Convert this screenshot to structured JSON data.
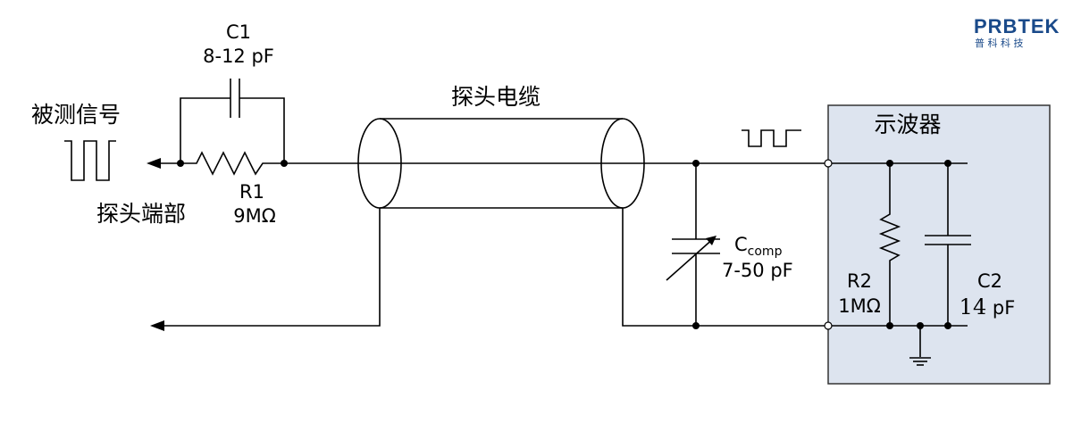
{
  "logo": {
    "brand": "PRBTEK",
    "sub": "普 科 科 技",
    "color": "#1a4a8a"
  },
  "labels": {
    "signal": "被测信号",
    "probe_tip": "探头端部",
    "cable": "探头电缆",
    "scope": "示波器",
    "c1_name": "C1",
    "c1_value": "8-12 pF",
    "r1_name": "R1",
    "r1_value": "9MΩ",
    "ccomp_main": "C",
    "ccomp_sub": "comp",
    "ccomp_value": "7-50 pF",
    "r2_name": "R2",
    "r2_value": "1MΩ",
    "c2_name": "C2",
    "c2_value_num": "14",
    "c2_value_unit": " pF"
  },
  "colors": {
    "scope_box": "#dde4ef",
    "scope_border": "#333333",
    "wire": "#000000"
  }
}
